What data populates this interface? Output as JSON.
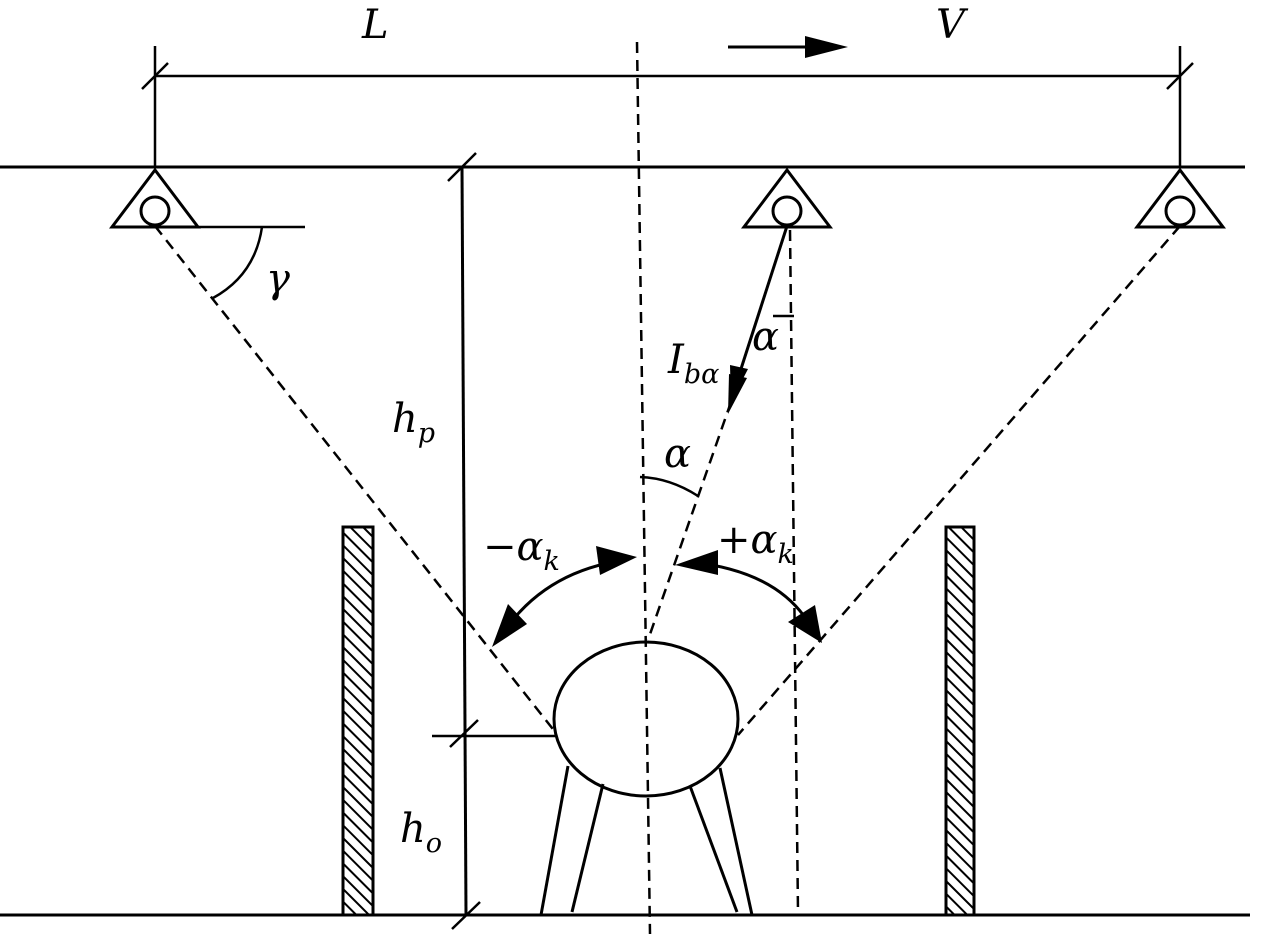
{
  "labels": {
    "span": "L",
    "speed": "V",
    "gamma": "γ",
    "alpha_top": "α",
    "alpha_mid": "α",
    "intensity_base": "I",
    "intensity_sub": "bα",
    "hp_base": "h",
    "hp_sub": "p",
    "ho_base": "h",
    "ho_sub": "o",
    "neg_alpha_k_base": "−α",
    "neg_alpha_k_sub": "k",
    "pos_alpha_k_base": "+α",
    "pos_alpha_k_sub": "k"
  }
}
